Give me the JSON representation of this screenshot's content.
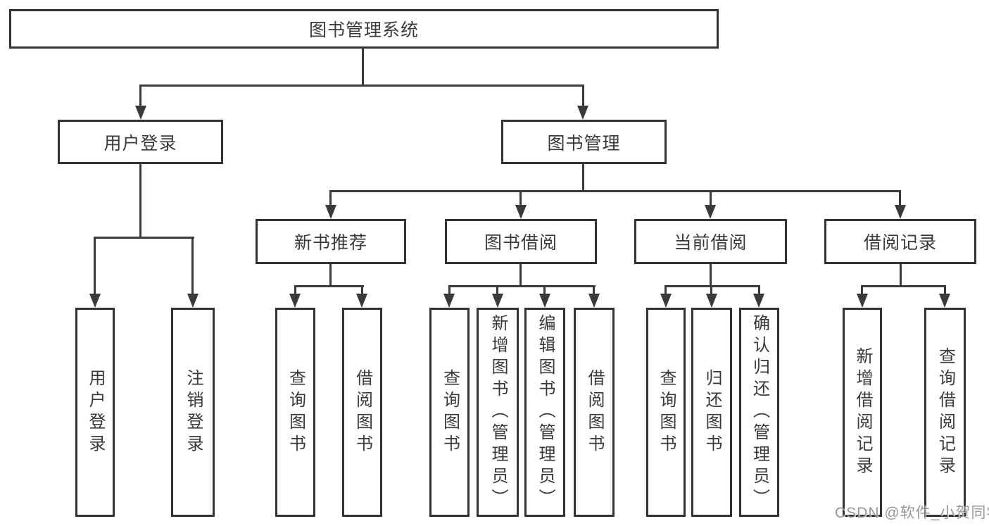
{
  "diagram": {
    "type": "tree",
    "root": {
      "label": "图书管理系统"
    },
    "level2": [
      {
        "label": "用户登录"
      },
      {
        "label": "图书管理"
      }
    ],
    "level3": [
      {
        "label": "新书推荐"
      },
      {
        "label": "图书借阅"
      },
      {
        "label": "当前借阅"
      },
      {
        "label": "借阅记录"
      }
    ],
    "leaves": {
      "user_login": [
        "用户登录",
        "注销登录"
      ],
      "new_book_recommendation": [
        "查询图书",
        "借阅图书"
      ],
      "book_borrowing": [
        "查询图书",
        "新增图书（管理员）",
        "编辑图书（管理员）",
        "借阅图书"
      ],
      "current_borrowing": [
        "查询图书",
        "归还图书",
        "确认归还（管理员）"
      ],
      "borrowing_records": [
        "新增借阅记录",
        "查询借阅记录"
      ]
    },
    "watermark": "CSDN @软件_小贺同学",
    "colors": {
      "line": "#3a3a3a",
      "box_border": "#333333",
      "box_fill": "#ffffff",
      "text": "#3a3a3a",
      "watermark": "#8f8f8f"
    }
  }
}
